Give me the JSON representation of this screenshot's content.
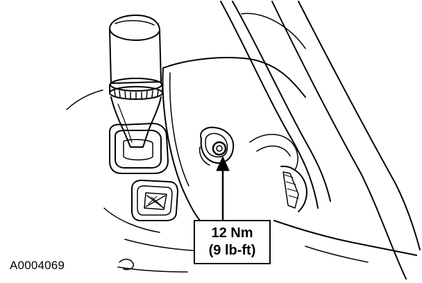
{
  "callout": {
    "torque_metric": "12 Nm",
    "torque_imperial": "(9 lb-ft)"
  },
  "figure_id": "A0004069",
  "colors": {
    "ink": "#000000",
    "paper": "#ffffff"
  }
}
